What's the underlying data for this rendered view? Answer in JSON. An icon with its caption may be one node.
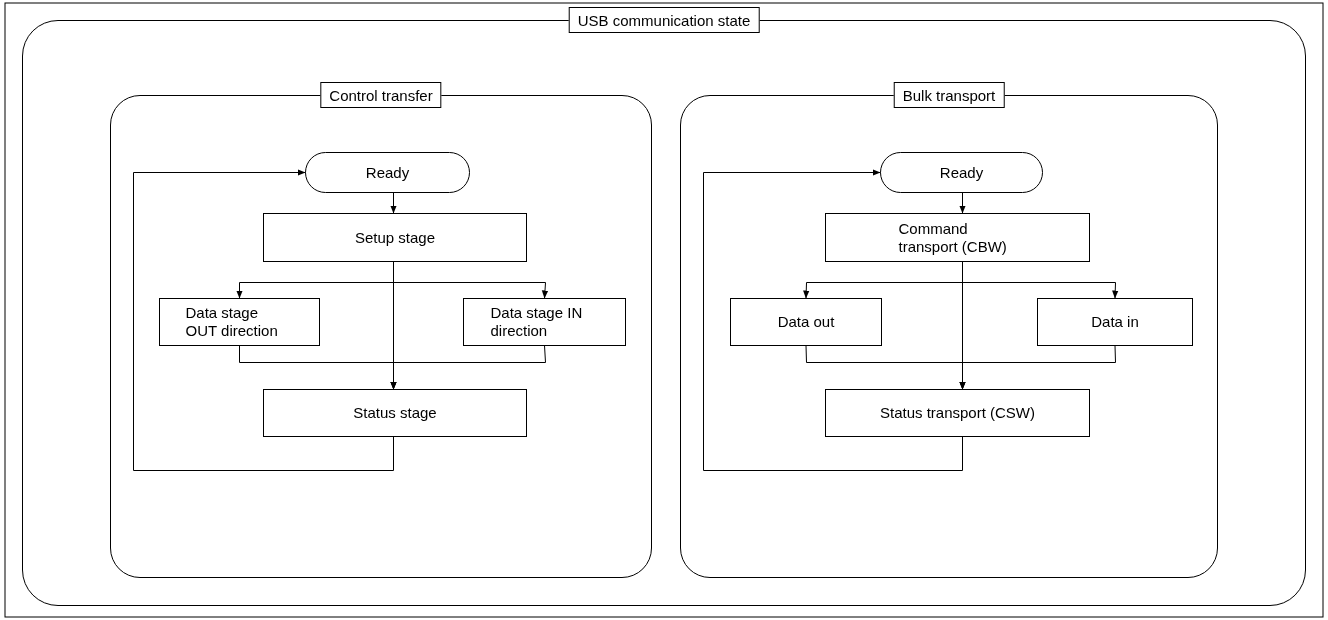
{
  "diagram": {
    "nodes": [
      {
        "text": [
          "USB communication state"
        ]
      },
      {
        "text": [
          "Control transfer"
        ],
        "in": 0
      },
      {
        "text": [
          "Ready"
        ],
        "in": 1
      },
      {
        "text": [
          "Setup stage"
        ],
        "in": 1
      },
      {
        "text": [
          "Data stage OUT direction"
        ],
        "in": 1
      },
      {
        "text": [
          "Data stage IN direction"
        ],
        "in": 1
      },
      {
        "text": [
          "Status stage"
        ],
        "in": 1
      },
      {
        "text": [
          "Bulk transport"
        ],
        "in": 0
      },
      {
        "text": [
          "Ready"
        ],
        "in": 7
      },
      {
        "text": [
          "Command transport (CBW)"
        ],
        "in": 7
      },
      {
        "text": [
          "Data out"
        ],
        "in": 7
      },
      {
        "text": [
          "Data in"
        ],
        "in": 7
      },
      {
        "text": [
          "Status transport (CSW)"
        ],
        "in": 7
      }
    ],
    "edges": [
      {
        "from": 2,
        "to": 3,
        "arrow": "to"
      },
      {
        "from": 3,
        "to": 4,
        "arrow": "to"
      },
      {
        "from": 3,
        "to": 5,
        "arrow": "to"
      },
      {
        "from": 3,
        "to": 6,
        "arrow": "to"
      },
      {
        "from": 4,
        "to": 6,
        "arrow": "to"
      },
      {
        "from": 5,
        "to": 6,
        "arrow": "to"
      },
      {
        "from": 6,
        "to": 2,
        "arrow": "to"
      },
      {
        "from": 8,
        "to": 9,
        "arrow": "to"
      },
      {
        "from": 9,
        "to": 10,
        "arrow": "to"
      },
      {
        "from": 9,
        "to": 11,
        "arrow": "to"
      },
      {
        "from": 9,
        "to": 12,
        "arrow": "to"
      },
      {
        "from": 10,
        "to": 12,
        "arrow": "to"
      },
      {
        "from": 11,
        "to": 12,
        "arrow": "to"
      },
      {
        "from": 12,
        "to": 8,
        "arrow": "to"
      }
    ]
  }
}
